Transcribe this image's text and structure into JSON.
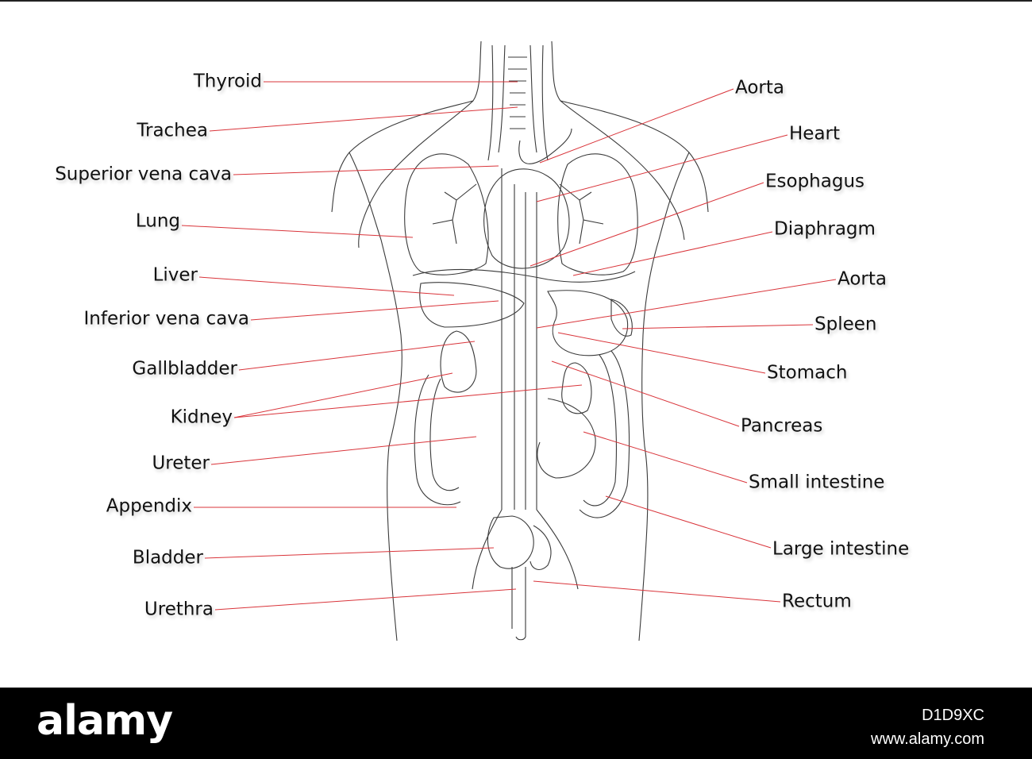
{
  "diagram": {
    "labels_left": [
      {
        "id": "thyroid",
        "text": "Thyroid"
      },
      {
        "id": "trachea",
        "text": "Trachea"
      },
      {
        "id": "svc",
        "text": "Superior vena cava"
      },
      {
        "id": "lung",
        "text": "Lung"
      },
      {
        "id": "liver",
        "text": "Liver"
      },
      {
        "id": "ivc",
        "text": "Inferior vena cava"
      },
      {
        "id": "gallbladder",
        "text": "Gallbladder"
      },
      {
        "id": "kidney",
        "text": "Kidney"
      },
      {
        "id": "ureter",
        "text": "Ureter"
      },
      {
        "id": "appendix",
        "text": "Appendix"
      },
      {
        "id": "bladder",
        "text": "Bladder"
      },
      {
        "id": "urethra",
        "text": "Urethra"
      }
    ],
    "labels_right": [
      {
        "id": "aorta_upper",
        "text": "Aorta"
      },
      {
        "id": "heart",
        "text": "Heart"
      },
      {
        "id": "esophagus",
        "text": "Esophagus"
      },
      {
        "id": "diaphragm",
        "text": "Diaphragm"
      },
      {
        "id": "aorta_lower",
        "text": "Aorta"
      },
      {
        "id": "spleen",
        "text": "Spleen"
      },
      {
        "id": "stomach",
        "text": "Stomach"
      },
      {
        "id": "pancreas",
        "text": "Pancreas"
      },
      {
        "id": "small_intestine",
        "text": "Small intestine"
      },
      {
        "id": "large_intestine",
        "text": "Large intestine"
      },
      {
        "id": "rectum",
        "text": "Rectum"
      }
    ],
    "leader_color": "#d9343a",
    "outline_color": "#3a3a3a"
  },
  "footer": {
    "logo": "alamy",
    "image_id": "D1D9XC",
    "site": "www.alamy.com"
  }
}
